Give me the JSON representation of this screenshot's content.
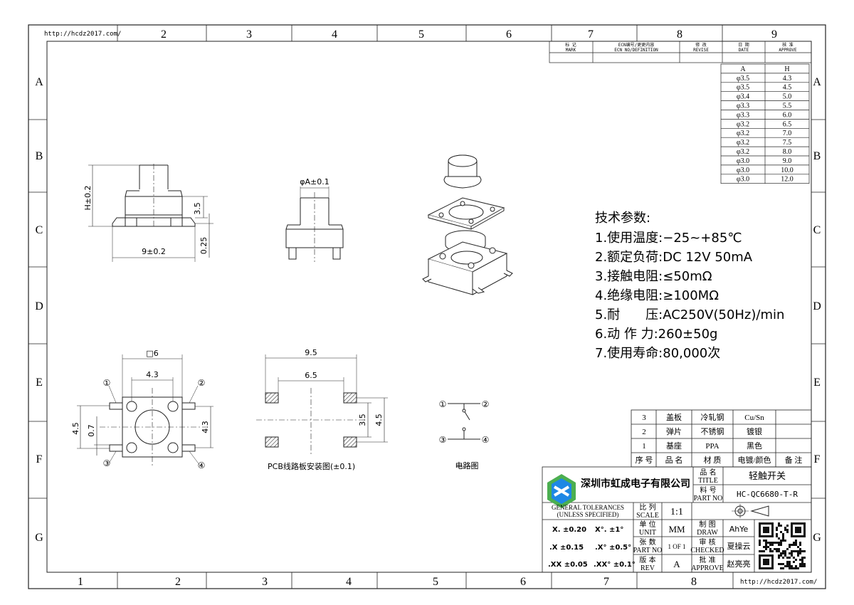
{
  "frame": {
    "url_top": "http://hcdz2017.com/",
    "url_bottom": "http://hcdz2017.com/",
    "col_top": [
      "2",
      "3",
      "4",
      "5",
      "6",
      "7",
      "8",
      "9"
    ],
    "col_bottom": [
      "1",
      "2",
      "3",
      "4",
      "5",
      "6",
      "7",
      "8"
    ],
    "rows": [
      "A",
      "B",
      "C",
      "D",
      "E",
      "F",
      "G"
    ]
  },
  "revision_header": {
    "cells": [
      {
        "cn": "标 记",
        "en": "MARK"
      },
      {
        "cn": "ECN编号/更更内容",
        "en": "ECN NO/DEFINITION"
      },
      {
        "cn": "修 改",
        "en": "REVISE"
      },
      {
        "cn": "日 期",
        "en": "DATE"
      },
      {
        "cn": "核 准",
        "en": "APPROVE"
      }
    ]
  },
  "size_table": {
    "headers": [
      "A",
      "H"
    ],
    "rows": [
      [
        "φ3.5",
        "4.3"
      ],
      [
        "φ3.5",
        "4.5"
      ],
      [
        "φ3.4",
        "5.0"
      ],
      [
        "φ3.3",
        "5.5"
      ],
      [
        "φ3.3",
        "6.0"
      ],
      [
        "φ3.2",
        "6.5"
      ],
      [
        "φ3.2",
        "7.0"
      ],
      [
        "φ3.2",
        "7.5"
      ],
      [
        "φ3.2",
        "8.0"
      ],
      [
        "φ3.0",
        "9.0"
      ],
      [
        "φ3.0",
        "10.0"
      ],
      [
        "φ3.0",
        "12.0"
      ]
    ]
  },
  "side_view": {
    "height_dim": "H±0.2",
    "body_height": "3.5",
    "lead_thk": "0.25",
    "width_dim": "9±0.2"
  },
  "front_view": {
    "dia_dim": "φA±0.1"
  },
  "specs": {
    "title": "技术参数:",
    "items": [
      "1.使用温度:−25~+85℃",
      "2.额定负荷:DC 12V 50mA",
      "3.接触电阻:≤50mΩ",
      "4.绝缘电阻:≥100MΩ",
      "5.耐　　压:AC250V(50Hz)/min",
      "6.动 作 力:260±50g",
      "7.使用寿命:80,000次"
    ]
  },
  "top_view": {
    "square": "□6",
    "pin_pitch": "4.3",
    "side_left": "4.5",
    "side_left2": "0.7",
    "side_right": "4.3",
    "pin1": "①",
    "pin2": "②",
    "pin3": "③",
    "pin4": "④"
  },
  "pcb_layout": {
    "outer": "9.5",
    "inner": "6.5",
    "v_inner": "3.5",
    "v_outer": "4.5",
    "caption": "PCB线路板安装图(±0.1)"
  },
  "circuit": {
    "caption": "电路图",
    "p1": "①",
    "p2": "②",
    "p3": "③",
    "p4": "④"
  },
  "bom": {
    "rows": [
      [
        "3",
        "盖板",
        "冷轧钢",
        "Cu/Sn",
        ""
      ],
      [
        "2",
        "弹片",
        "不锈钢",
        "镀银",
        ""
      ],
      [
        "1",
        "基座",
        "PPA",
        "黑色",
        ""
      ]
    ],
    "header": [
      "序 号",
      "品 名",
      "材 质",
      "电镀/颜色",
      "备 注"
    ]
  },
  "title_block": {
    "company": "深圳市虹成电子有限公司",
    "title_cn": "品 名",
    "title_en": "TITLE",
    "title_val": "轻触开关",
    "part_cn": "料 号",
    "part_en": "PART NO",
    "part_val": "HC-QC6680-T-R",
    "tol_1": "GENERAL TOLERANCES",
    "tol_2": "(UNLESS SPECIFIED)",
    "scale_cn": "比 列",
    "scale_en": "SCALE",
    "scale_val": "1:1",
    "unit_cn": "单 位",
    "unit_en": "UNIT",
    "unit_val": "MM",
    "draw_cn": "制 图",
    "draw_en": "DRAW",
    "draw_val": "AhYe",
    "sheet_cn": "张 数",
    "sheet_en": "PART NO",
    "sheet_val": "1 OF 1",
    "check_cn": "审 核",
    "check_en": "CHECKED",
    "check_val": "夏操云",
    "rev_cn": "版 本",
    "rev_en": "REV",
    "rev_val": "A",
    "appr_cn": "批 准",
    "appr_en": "APPROVE",
    "appr_val": "赵亮亮",
    "tols": [
      {
        "a": "X.  ±0.20",
        "b": "X°.  ±1°"
      },
      {
        "a": ".X   ±0.15",
        "b": ".X°  ±0.5°"
      },
      {
        "a": ".XX  ±0.05",
        "b": ".XX°  ±0.1°"
      }
    ]
  },
  "colors": {
    "line": "#222222",
    "logo_green": "#4caf50",
    "logo_blue": "#1e88e5",
    "hatch": "#333333"
  }
}
